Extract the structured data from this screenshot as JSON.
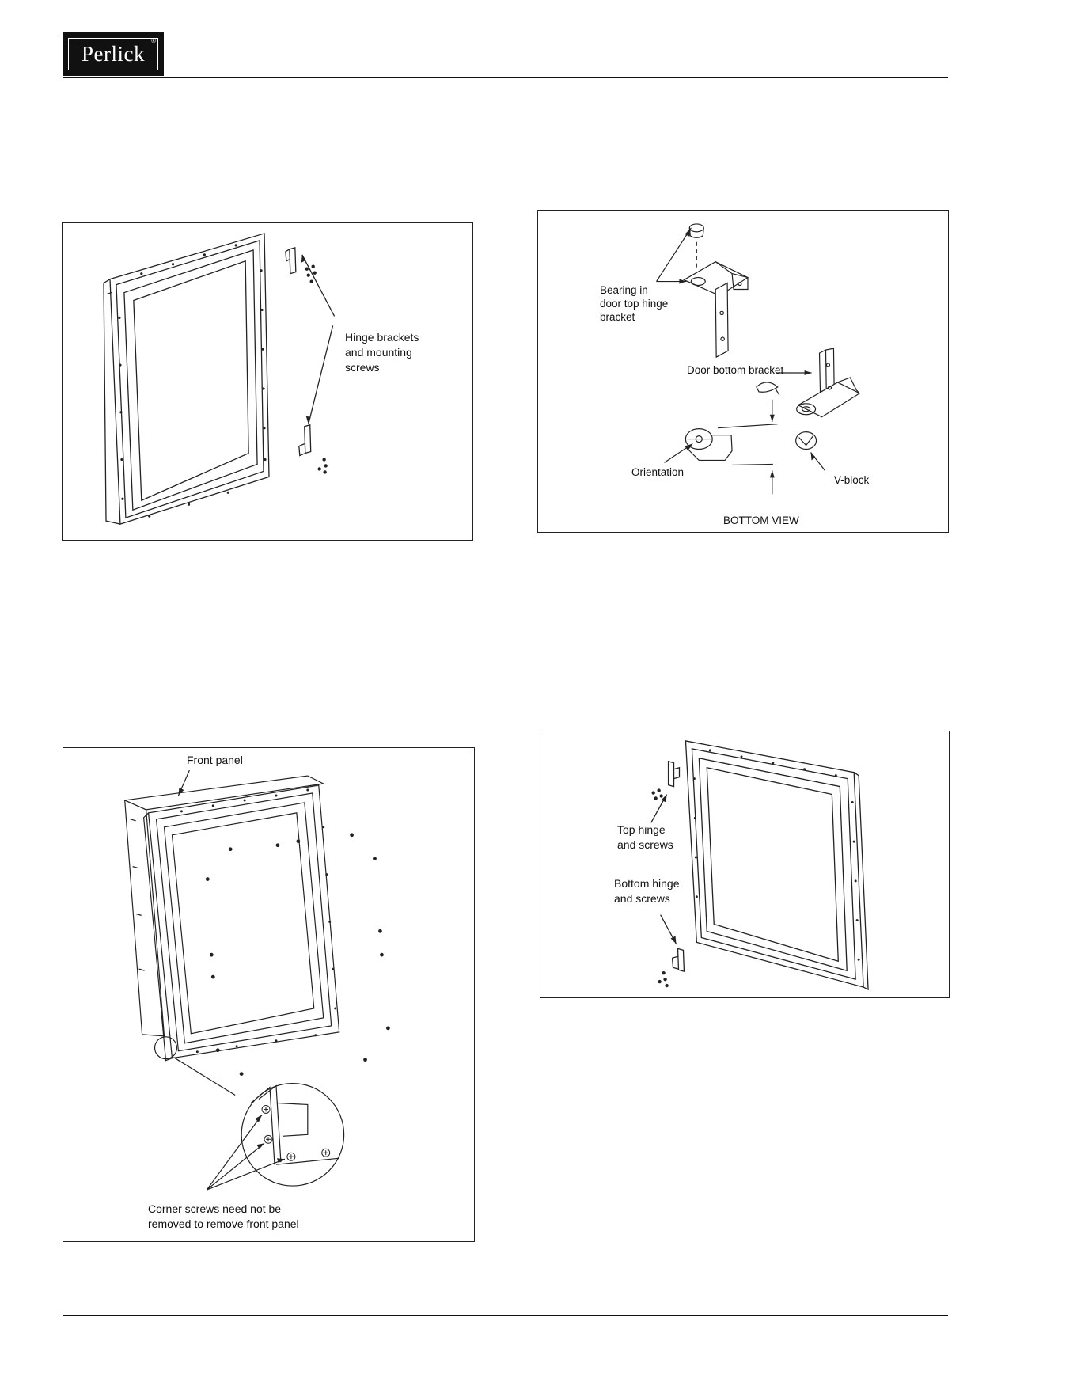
{
  "header": {
    "brand": "Perlick",
    "reg_mark": "®"
  },
  "figures": {
    "hinge_brackets": {
      "label": "Hinge brackets\nand mounting\nscrews"
    },
    "bearing": {
      "bearing_label": "Bearing in\ndoor top hinge\nbracket",
      "bottom_bracket_label": "Door bottom bracket",
      "orientation_label": "Orientation",
      "vblock_label": "V-block",
      "view_label": "BOTTOM VIEW"
    },
    "front_panel": {
      "front_panel_label": "Front panel",
      "corner_label": "Corner screws need not be\nremoved to remove front panel"
    },
    "reversed_hinges": {
      "top_label": "Top hinge\n and screws",
      "bottom_label": "Bottom hinge\nand screws"
    }
  }
}
